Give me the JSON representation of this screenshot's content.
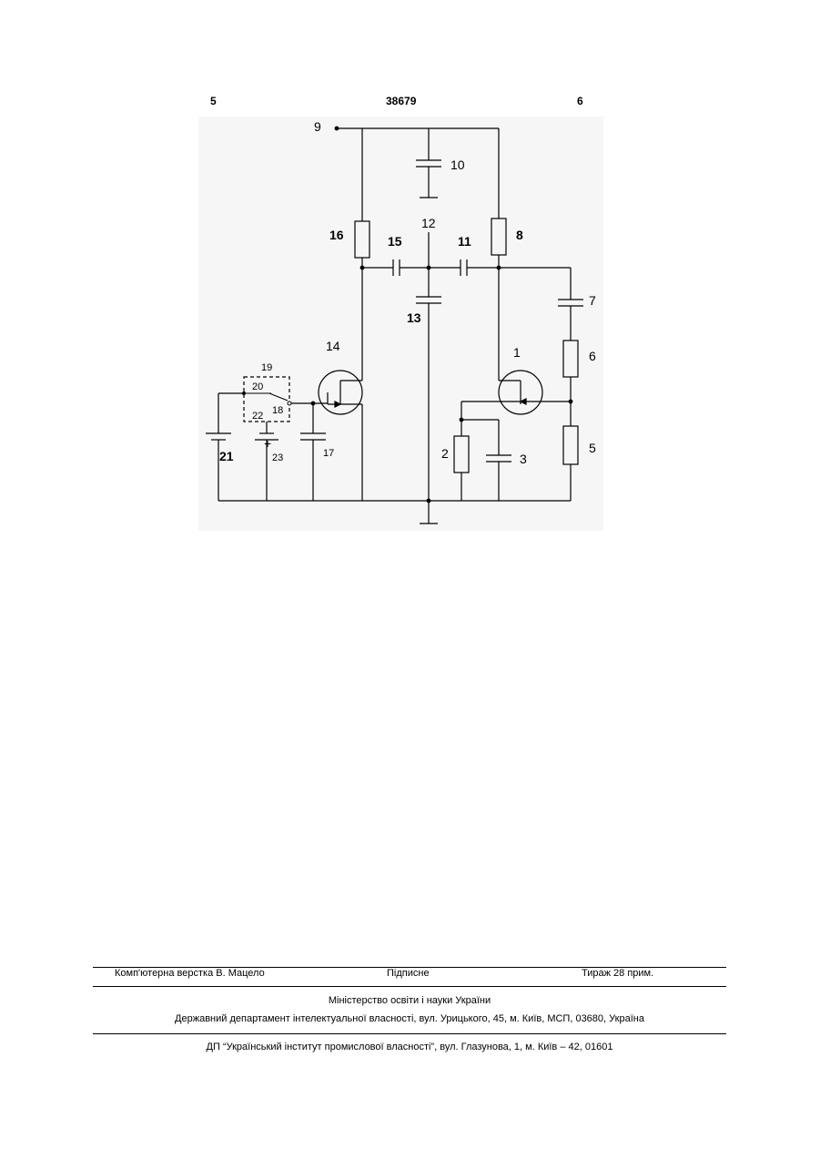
{
  "header": {
    "page_left": "5",
    "patent_number": "38679",
    "page_right": "6"
  },
  "diagram": {
    "labels": {
      "n9": "9",
      "n10": "10",
      "n12": "12",
      "n16": "16",
      "n15": "15",
      "n11": "11",
      "n8": "8",
      "n7": "7",
      "n13": "13",
      "n14": "14",
      "n1": "1",
      "n6": "6",
      "n19": "19",
      "n20": "20",
      "n22": "22",
      "n18": "18",
      "n21": "21",
      "n23": "23",
      "n17": "17",
      "n2": "2",
      "n3": "3",
      "n5": "5",
      "plus": "+"
    }
  },
  "footer": {
    "layout": "Комп'ютерна верстка В. Мацело",
    "signed": "Підписне",
    "circulation": "Тираж 28 прим.",
    "ministry": "Міністерство освіти і науки України",
    "department": "Державний департамент інтелектуальної власності, вул. Урицького, 45, м. Київ, МСП, 03680, Україна",
    "institute": "ДП “Український інститут промислової власності”, вул. Глазунова, 1, м. Київ – 42, 01601"
  }
}
